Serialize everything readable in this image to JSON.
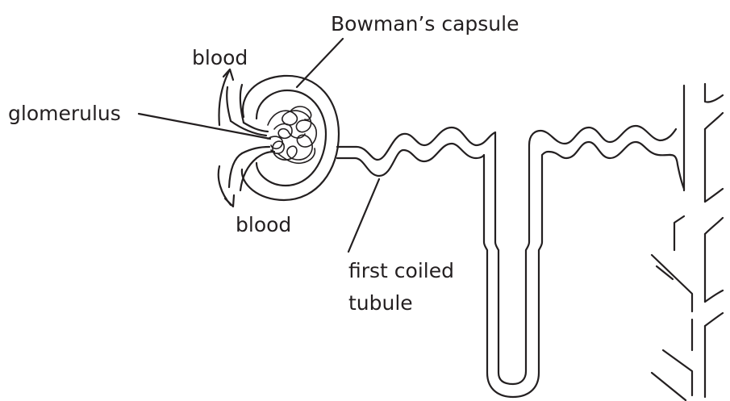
{
  "labels": {
    "bowmans_capsule": "Bowman’s capsule",
    "glomerulus": "glomerulus",
    "blood_top": "blood",
    "blood_bottom": "blood",
    "first_coiled_line1": "first coiled",
    "first_coiled_line2": "tubule"
  },
  "colors": {
    "ink": "#231f20",
    "background": "#ffffff"
  }
}
